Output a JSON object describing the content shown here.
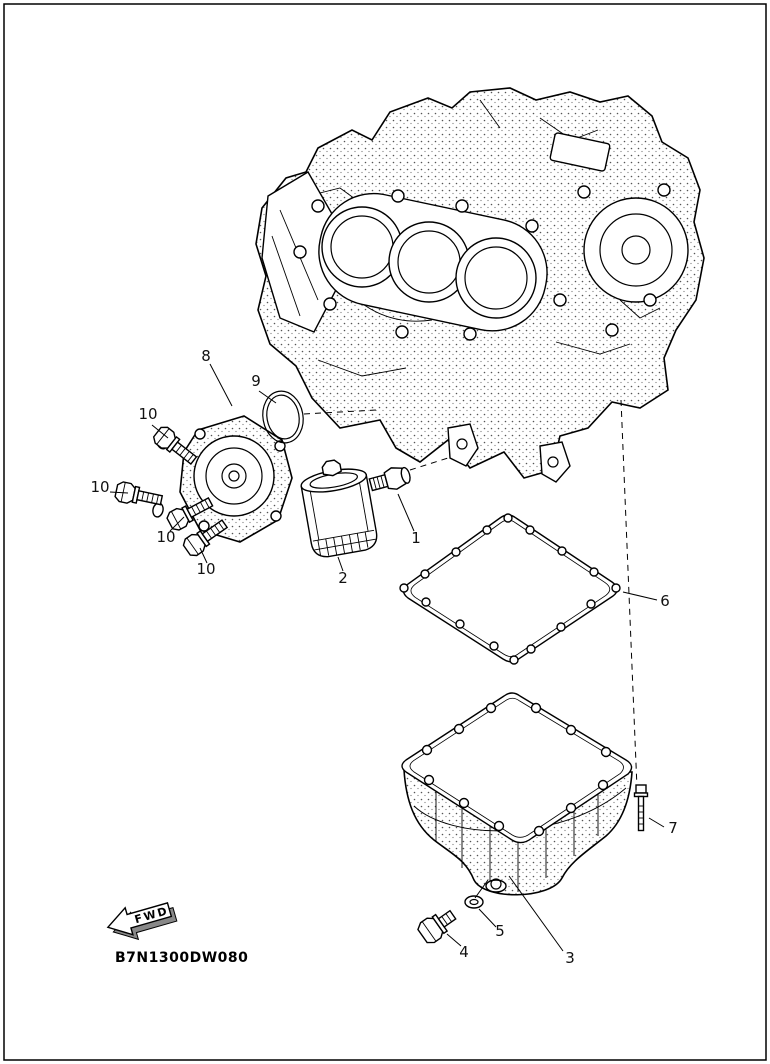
{
  "diagram": {
    "code": "B7N1300DW080",
    "fwd_label": "FWD",
    "callouts": [
      {
        "label": "1"
      },
      {
        "label": "2"
      },
      {
        "label": "3"
      },
      {
        "label": "4"
      },
      {
        "label": "5"
      },
      {
        "label": "6"
      },
      {
        "label": "7"
      },
      {
        "label": "8"
      },
      {
        "label": "9"
      },
      {
        "label": "10"
      },
      {
        "label": "10"
      },
      {
        "label": "10"
      },
      {
        "label": "10"
      }
    ],
    "parts_shown": [
      "engine-crankcase",
      "oil-cooler-assembly",
      "o-ring",
      "oil-filter",
      "union-bolt",
      "oil-pan-gasket",
      "oil-pan",
      "drain-bolt",
      "drain-washer",
      "cooler-mounting-bolts",
      "pan-bolt"
    ],
    "colors": {
      "line": "#000000",
      "background": "#ffffff"
    }
  }
}
